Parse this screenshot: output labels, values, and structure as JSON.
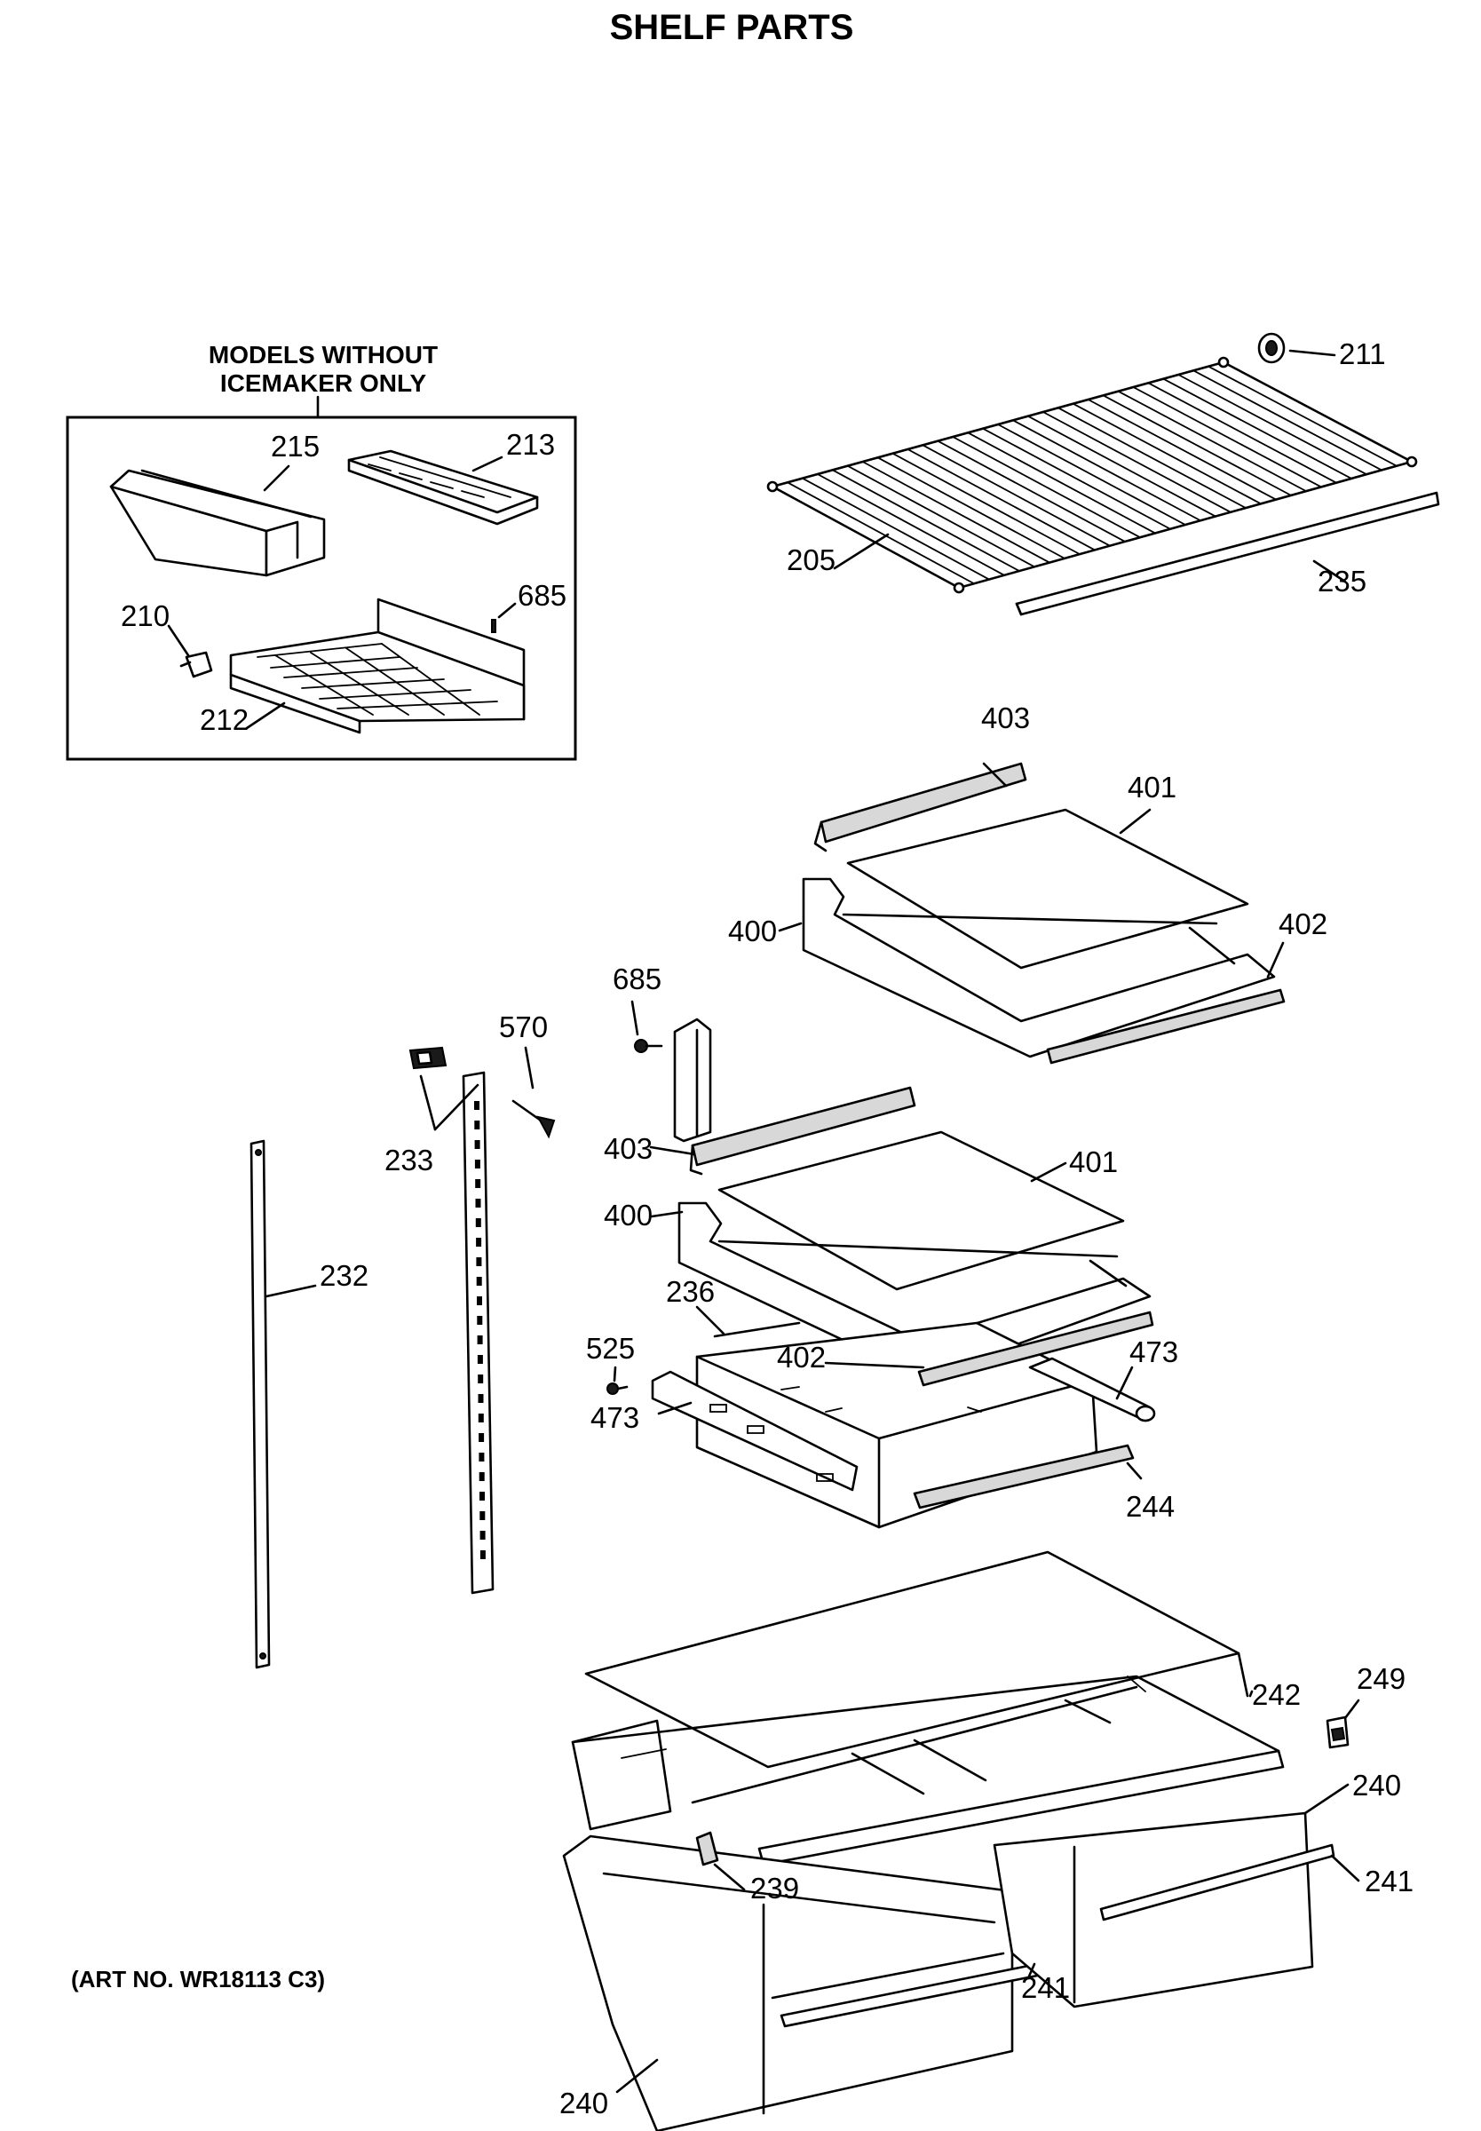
{
  "title": "SHELF PARTS",
  "inset": {
    "heading_line1": "MODELS WITHOUT",
    "heading_line2": "ICEMAKER ONLY"
  },
  "art_number": "(ART NO. WR18113 C3)",
  "parts": {
    "p205": "205",
    "p211": "211",
    "p235": "235",
    "p215": "215",
    "p213": "213",
    "p210": "210",
    "p685a": "685",
    "p212": "212",
    "p403a": "403",
    "p401a": "401",
    "p400a": "400",
    "p402a": "402",
    "p685b": "685",
    "p570": "570",
    "p233": "233",
    "p232": "232",
    "p403b": "403",
    "p401b": "401",
    "p400b": "400",
    "p236": "236",
    "p525": "525",
    "p402b": "402",
    "p473a": "473",
    "p473b": "473",
    "p244": "244",
    "p242": "242",
    "p249": "249",
    "p240a": "240",
    "p241a": "241",
    "p239": "239",
    "p241b": "241",
    "p240b": "240"
  }
}
